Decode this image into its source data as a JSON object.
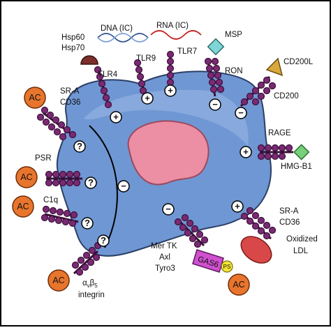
{
  "labels": {
    "hsp": [
      "Hsp60",
      "Hsp70"
    ],
    "dna": "DNA (IC)",
    "rna": "RNA (IC)",
    "msp": "MSP",
    "cd200l": "CD200L",
    "tlr4": "TLR4",
    "tlr9": "TLR9",
    "tlr7": "TLR7",
    "ron": "RON",
    "cd200": "CD200",
    "sra_top": [
      "SR-A",
      "CD36"
    ],
    "rage": "RAGE",
    "hmgb1": "HMG-B1",
    "psr": "PSR",
    "c1q": "C1q",
    "sra_bottom": [
      "SR-A",
      "CD36"
    ],
    "oxidized_ldl": [
      "Oxidized",
      "LDL"
    ],
    "mertk": [
      "Mer TK",
      "Axl",
      "Tyro3"
    ],
    "gas6": "GAS6",
    "ps": "PS",
    "integrin_alpha": "α",
    "integrin_v": "v",
    "integrin_beta": "β",
    "integrin_5": "5",
    "integrin_word": "integrin"
  },
  "ac_labels": [
    "AC",
    "AC",
    "AC",
    "AC",
    "AC"
  ],
  "signs": {
    "plus": "+",
    "minus": "−",
    "question": "?"
  },
  "colors": {
    "cell_fill": "#6f97d3",
    "cell_stroke": "#2b3f66",
    "nucleus_fill": "#ec8fa4",
    "receptor": "#7a2a73",
    "ac_fill": "#e8752d",
    "gas6_fill": "#d050d0",
    "ps_fill": "#f2e534",
    "msp_fill": "#7fd6d6",
    "cd200l_fill": "#d8a83a",
    "hmgb1_fill": "#78d07a",
    "ldl_fill": "#d94848",
    "hsp_fill": "#7c2f2a",
    "dna_color": "#2b4f8c",
    "rna_color": "#c62828"
  }
}
